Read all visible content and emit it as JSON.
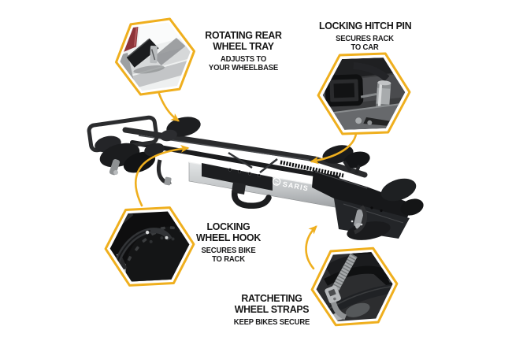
{
  "page": {
    "background": "#ffffff"
  },
  "accent": {
    "yellow": "#EFAF1E",
    "text_color": "#161616"
  },
  "brand": {
    "name": "SARIS"
  },
  "callouts": [
    {
      "id": "rotating-rear-wheel-tray",
      "title": [
        "ROTATING REAR",
        "WHEEL TRAY"
      ],
      "subtitle": [
        "ADJUSTS TO",
        "YOUR WHEELBASE"
      ],
      "photo": "rear-wheel-tray-photo"
    },
    {
      "id": "locking-hitch-pin",
      "title": [
        "LOCKING HITCH PIN"
      ],
      "subtitle": [
        "SECURES RACK",
        "TO CAR"
      ],
      "photo": "hitch-pin-photo"
    },
    {
      "id": "locking-wheel-hook",
      "title": [
        "LOCKING",
        "WHEEL HOOK"
      ],
      "subtitle": [
        "SECURES BIKE",
        "TO RACK"
      ],
      "photo": "wheel-hook-photo"
    },
    {
      "id": "ratcheting-wheel-straps",
      "title": [
        "RATCHETING",
        "WHEEL STRAPS"
      ],
      "subtitle": [
        "KEEP BIKES SECURE"
      ],
      "photo": "wheel-straps-photo"
    }
  ]
}
